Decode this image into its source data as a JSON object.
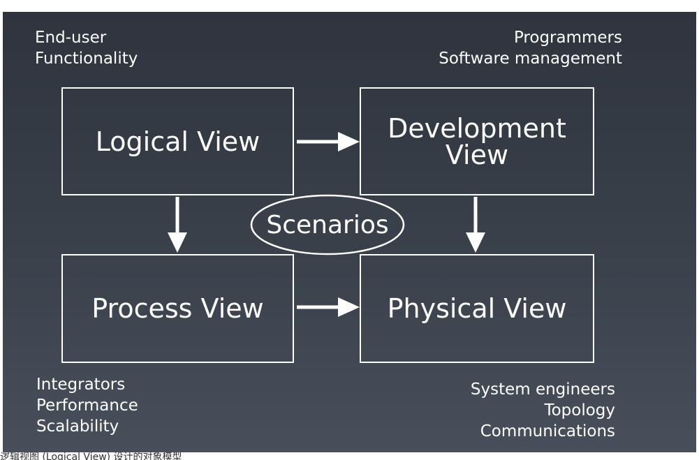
{
  "diagram": {
    "corner_labels": {
      "top_left": [
        "End-user",
        "Functionality"
      ],
      "top_right": [
        "Programmers",
        "Software management"
      ],
      "bottom_left": [
        "Integrators",
        "Performance",
        "Scalability"
      ],
      "bottom_right": [
        "System engineers",
        "Topology",
        "Communications"
      ]
    },
    "views": {
      "logical": [
        "Logical View"
      ],
      "development": [
        "Development",
        "View"
      ],
      "process": [
        "Process View"
      ],
      "physical": [
        "Physical View"
      ]
    },
    "center": "Scenarios",
    "colors": {
      "background_top": "#2f343d",
      "background_bottom": "#474f5a",
      "foreground": "#ffffff"
    }
  },
  "caption": "逻辑视图 (Logical View) 设计的对象模型"
}
